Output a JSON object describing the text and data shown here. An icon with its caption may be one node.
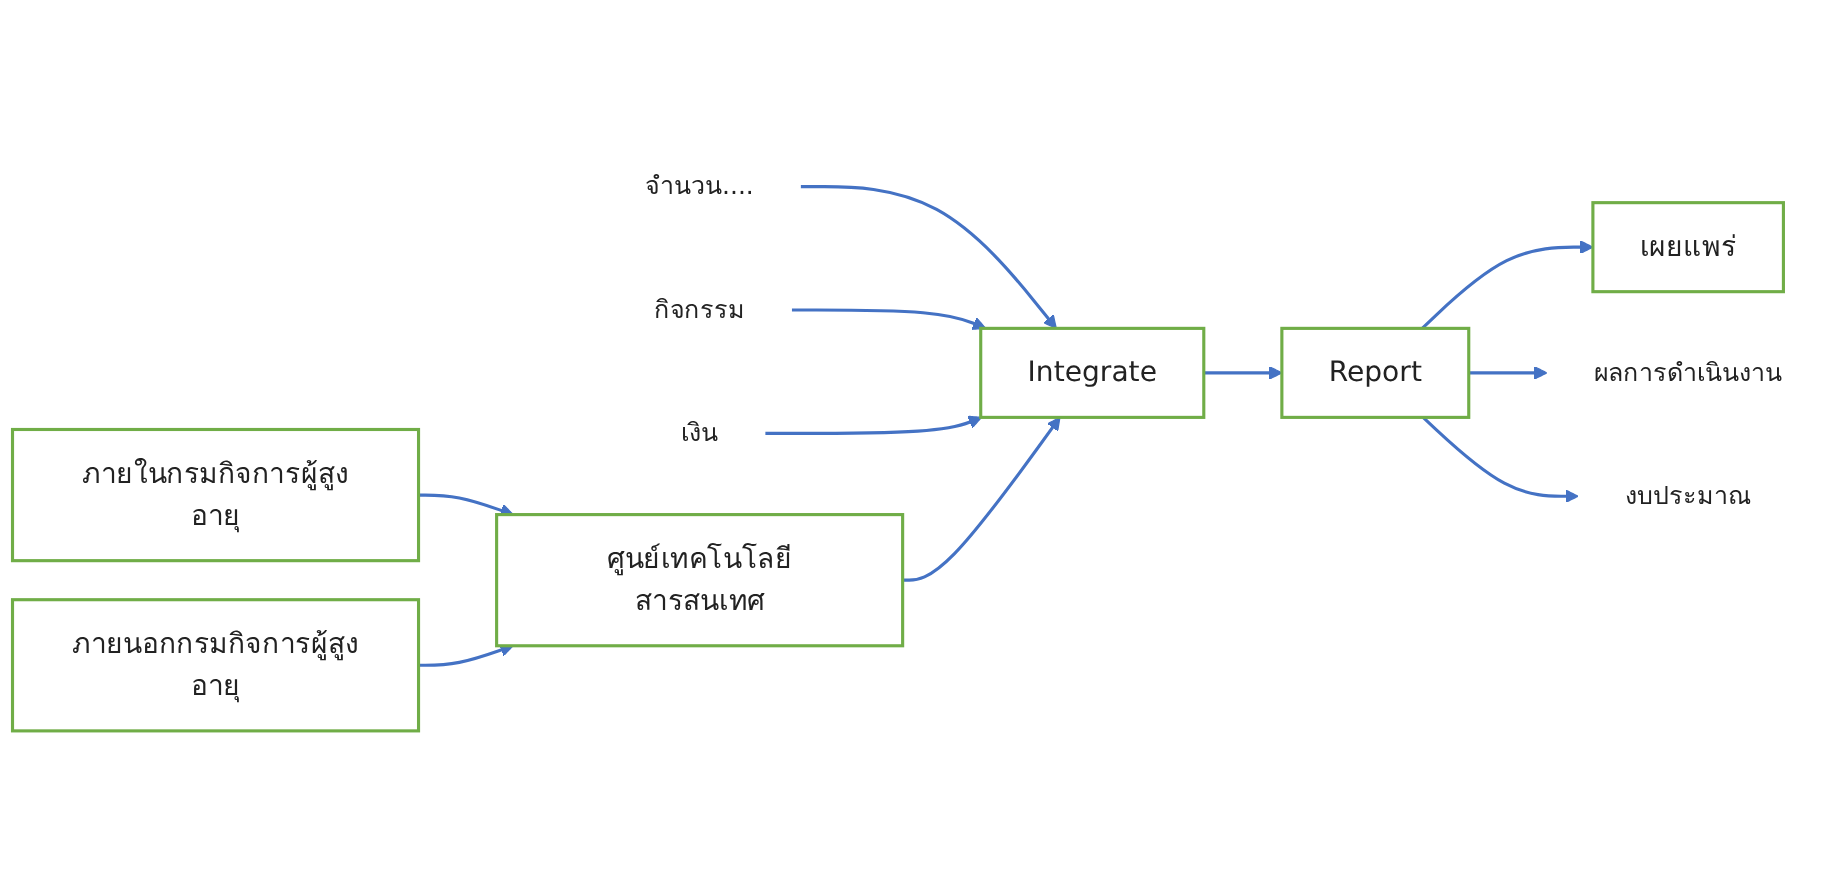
{
  "diagram": {
    "nodes": [
      {
        "text": [
          "จำนวน...."
        ]
      },
      {
        "text": [
          "กิจกรรม"
        ]
      },
      {
        "text": [
          "เงิน"
        ]
      },
      {
        "text": [
          "Integrate"
        ]
      },
      {
        "text": [
          "Report"
        ]
      },
      {
        "text": [
          "เผยแพร่"
        ]
      },
      {
        "text": [
          "ผลการดำเนินงาน"
        ]
      },
      {
        "text": [
          "งบประมาณ"
        ]
      },
      {
        "text": [
          "ศูนย์เทคโนโลยีสารสนเทศ"
        ]
      },
      {
        "text": [
          "ภายในกรมกิจการผู้สูงอายุ"
        ]
      },
      {
        "text": [
          "ภายนอกกรมกิจการผู้สูงอายุ"
        ]
      }
    ],
    "edges": [
      {
        "from": 0,
        "to": 3,
        "arrow": "to"
      },
      {
        "from": 1,
        "to": 3,
        "arrow": "to"
      },
      {
        "from": 2,
        "to": 3,
        "arrow": "to"
      },
      {
        "from": 3,
        "to": 4,
        "arrow": "to"
      },
      {
        "from": 4,
        "to": 5,
        "arrow": "to"
      },
      {
        "from": 4,
        "to": 6,
        "arrow": "to"
      },
      {
        "from": 4,
        "to": 7,
        "arrow": "to"
      },
      {
        "from": 8,
        "to": 3,
        "arrow": "to"
      },
      {
        "from": 9,
        "to": 8,
        "arrow": "to"
      },
      {
        "from": 10,
        "to": 8,
        "arrow": "to"
      }
    ]
  }
}
